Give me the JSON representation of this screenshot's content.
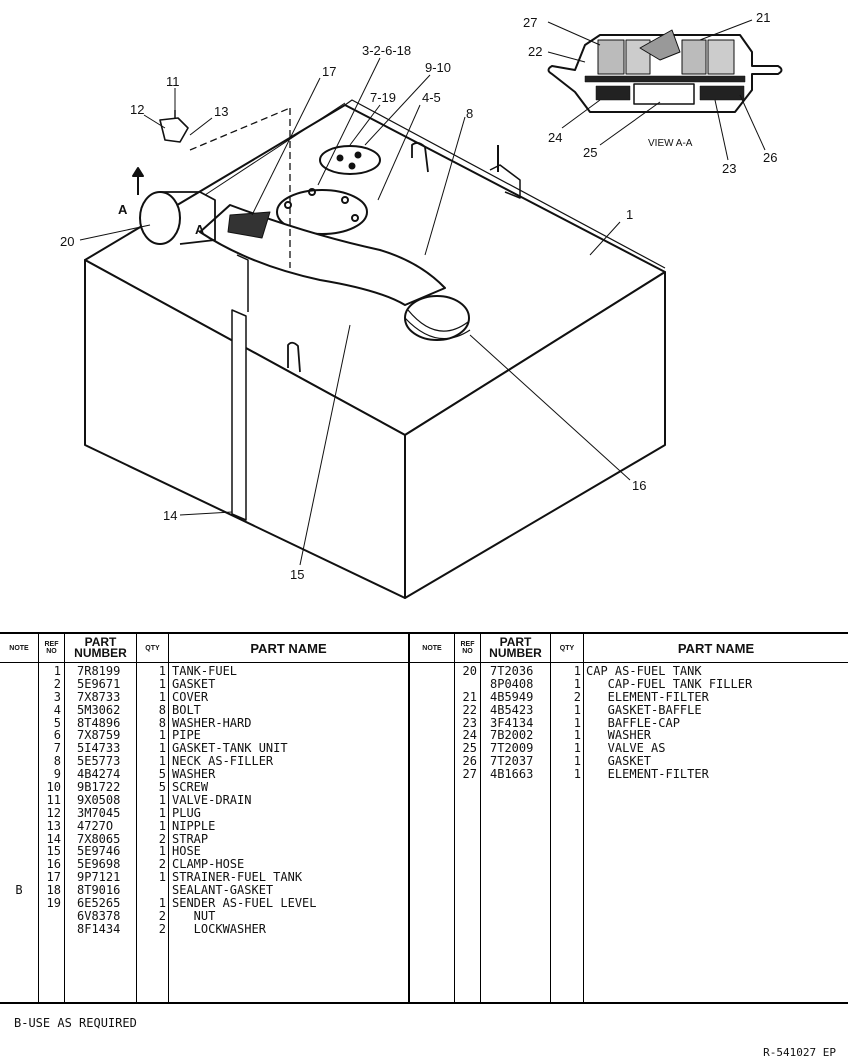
{
  "diagram": {
    "callouts": [
      "1",
      "8",
      "3-2-6-18",
      "9-10",
      "7-19",
      "4-5",
      "17",
      "11",
      "12",
      "13",
      "20",
      "14",
      "15",
      "16",
      "21",
      "22",
      "23",
      "24",
      "25",
      "26",
      "27"
    ],
    "section_marker": "A",
    "view_label": "VIEW A-A"
  },
  "table": {
    "headers": {
      "note": "NOTE",
      "ref_no": "REF NO",
      "part_number": "PART NUMBER",
      "qty": "QTY",
      "part_name": "PART NAME"
    },
    "left_rows": [
      {
        "note": "",
        "ref": "1",
        "pn": "7R8199",
        "qty": "1",
        "name": "TANK-FUEL"
      },
      {
        "note": "",
        "ref": "2",
        "pn": "5E9671",
        "qty": "1",
        "name": "GASKET"
      },
      {
        "note": "",
        "ref": "3",
        "pn": "7X8733",
        "qty": "1",
        "name": "COVER"
      },
      {
        "note": "",
        "ref": "4",
        "pn": "5M3062",
        "qty": "8",
        "name": "BOLT"
      },
      {
        "note": "",
        "ref": "5",
        "pn": "8T4896",
        "qty": "8",
        "name": "WASHER-HARD"
      },
      {
        "note": "",
        "ref": "6",
        "pn": "7X8759",
        "qty": "1",
        "name": "PIPE"
      },
      {
        "note": "",
        "ref": "7",
        "pn": "5I4733",
        "qty": "1",
        "name": "GASKET-TANK UNIT"
      },
      {
        "note": "",
        "ref": "8",
        "pn": "5E5773",
        "qty": "1",
        "name": "NECK AS-FILLER"
      },
      {
        "note": "",
        "ref": "9",
        "pn": "4B4274",
        "qty": "5",
        "name": "WASHER"
      },
      {
        "note": "",
        "ref": "10",
        "pn": "9B1722",
        "qty": "5",
        "name": "SCREW"
      },
      {
        "note": "",
        "ref": "11",
        "pn": "9X0508",
        "qty": "1",
        "name": "VALVE-DRAIN"
      },
      {
        "note": "",
        "ref": "12",
        "pn": "3M7045",
        "qty": "1",
        "name": "PLUG"
      },
      {
        "note": "",
        "ref": "13",
        "pn": "4727O",
        "qty": "1",
        "name": "NIPPLE"
      },
      {
        "note": "",
        "ref": "14",
        "pn": "7X8065",
        "qty": "2",
        "name": "STRAP"
      },
      {
        "note": "",
        "ref": "15",
        "pn": "5E9746",
        "qty": "1",
        "name": "HOSE"
      },
      {
        "note": "",
        "ref": "16",
        "pn": "5E9698",
        "qty": "2",
        "name": "CLAMP-HOSE"
      },
      {
        "note": "",
        "ref": "17",
        "pn": "9P7121",
        "qty": "1",
        "name": "STRAINER-FUEL TANK"
      },
      {
        "note": "B",
        "ref": "18",
        "pn": "8T9016",
        "qty": "",
        "name": "SEALANT-GASKET"
      },
      {
        "note": "",
        "ref": "19",
        "pn": "6E5265",
        "qty": "1",
        "name": "SENDER AS-FUEL LEVEL"
      },
      {
        "note": "",
        "ref": "",
        "pn": "6V8378",
        "qty": "2",
        "name": "   NUT"
      },
      {
        "note": "",
        "ref": "",
        "pn": "8F1434",
        "qty": "2",
        "name": "   LOCKWASHER"
      }
    ],
    "right_rows": [
      {
        "note": "",
        "ref": "20",
        "pn": "7T2036",
        "qty": "1",
        "name": "CAP AS-FUEL TANK"
      },
      {
        "note": "",
        "ref": "",
        "pn": "8P0408",
        "qty": "1",
        "name": "   CAP-FUEL TANK FILLER"
      },
      {
        "note": "",
        "ref": "21",
        "pn": "4B5949",
        "qty": "2",
        "name": "   ELEMENT-FILTER"
      },
      {
        "note": "",
        "ref": "22",
        "pn": "4B5423",
        "qty": "1",
        "name": "   GASKET-BAFFLE"
      },
      {
        "note": "",
        "ref": "23",
        "pn": "3F4134",
        "qty": "1",
        "name": "   BAFFLE-CAP"
      },
      {
        "note": "",
        "ref": "24",
        "pn": "7B2002",
        "qty": "1",
        "name": "   WASHER"
      },
      {
        "note": "",
        "ref": "25",
        "pn": "7T2009",
        "qty": "1",
        "name": "   VALVE AS"
      },
      {
        "note": "",
        "ref": "26",
        "pn": "7T2037",
        "qty": "1",
        "name": "   GASKET"
      },
      {
        "note": "",
        "ref": "27",
        "pn": "4B1663",
        "qty": "1",
        "name": "   ELEMENT-FILTER"
      }
    ]
  },
  "footer": {
    "note": "B-USE AS REQUIRED",
    "drawing_id": "R-541027 EP"
  }
}
